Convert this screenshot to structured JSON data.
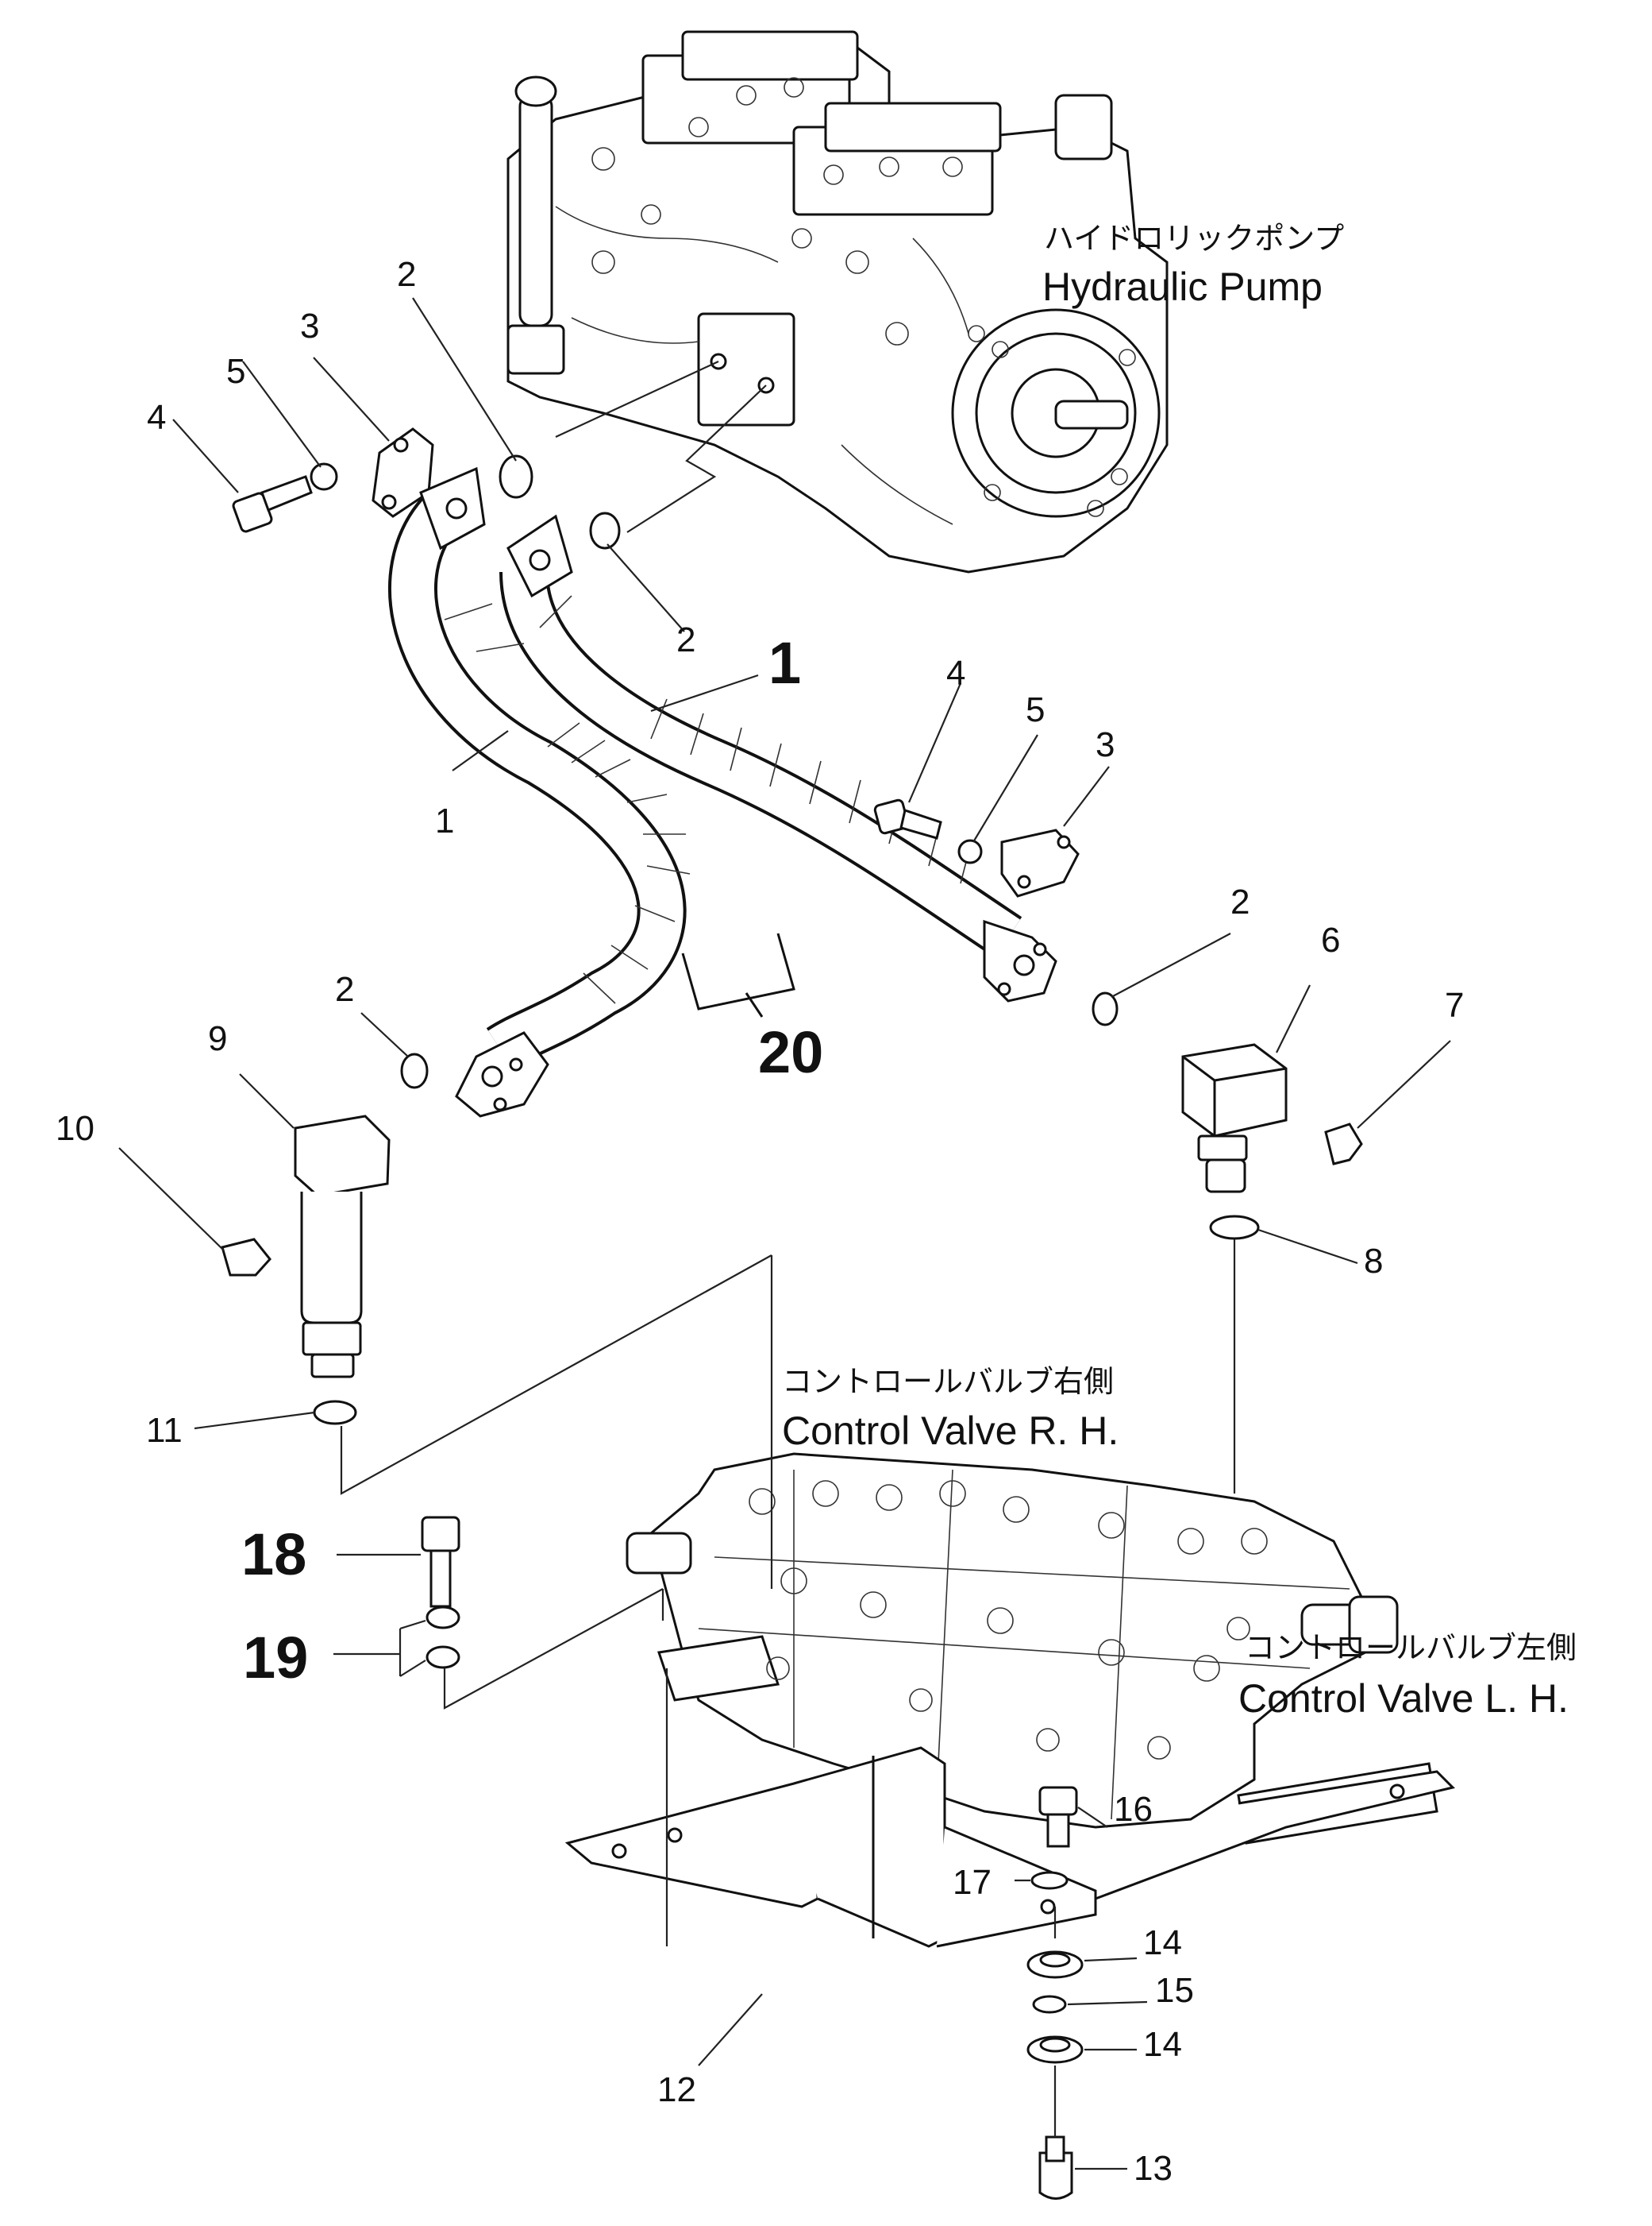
{
  "components": {
    "pump": {
      "label_jp": "ハイドロリックポンプ",
      "label_en": "Hydraulic Pump"
    },
    "valve_rh": {
      "label_jp": "コントロールバルブ右側",
      "label_en": "Control Valve R. H."
    },
    "valve_lh": {
      "label_jp": "コントロールバルブ左側",
      "label_en": "Control Valve L. H."
    }
  },
  "callouts": {
    "c1a": "1",
    "c1b": "1",
    "c2a": "2",
    "c2b": "2",
    "c2c": "2",
    "c2d": "2",
    "c3a": "3",
    "c3b": "3",
    "c4a": "4",
    "c4b": "4",
    "c5a": "5",
    "c5b": "5",
    "c6": "6",
    "c7": "7",
    "c8": "8",
    "c9": "9",
    "c10": "10",
    "c11": "11",
    "c12": "12",
    "c13": "13",
    "c14a": "14",
    "c14b": "14",
    "c15": "15",
    "c16": "16",
    "c17": "17",
    "c18": "18",
    "c19": "19",
    "c20": "20"
  }
}
